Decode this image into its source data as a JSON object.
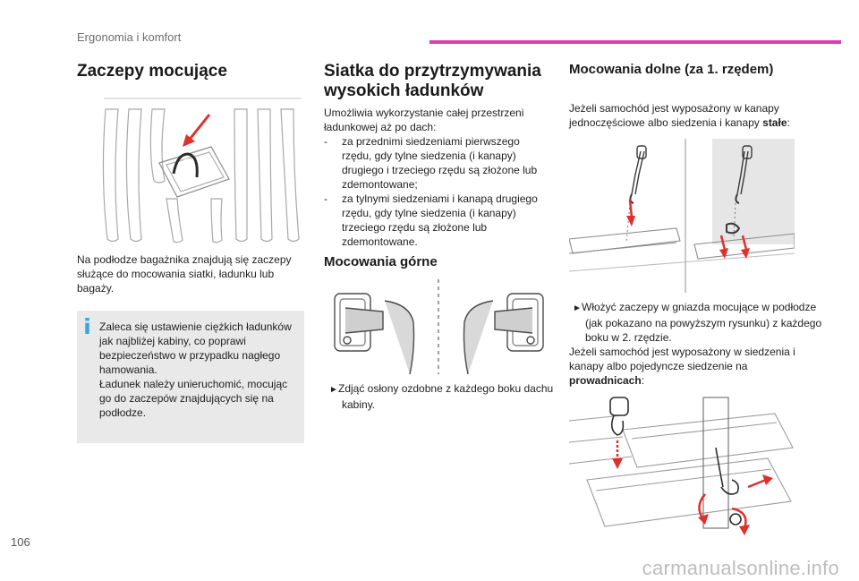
{
  "header": {
    "section": "Ergonomia i komfort"
  },
  "col1": {
    "title": "Zaczepy mocujące",
    "paragraph": "Na podłodze bagażnika znajdują się zaczepy służące do mocowania siatki, ładunku lub bagaży.",
    "note": "Zaleca się ustawienie ciężkich ładunków jak najbliżej kabiny, co poprawi bezpieczeństwo w przypadku nagłego hamowania.\nŁadunek należy unieruchomić, mocując go do zaczepów znajdujących się na podłodze."
  },
  "col2": {
    "title": "Siatka do przytrzymywania wysokich ładunków",
    "intro": "Umożliwia wykorzystanie całej przestrzeni ładunkowej aż po dach:",
    "list": [
      "za przednimi siedzeniami pierwszego rzędu, gdy tylne siedzenia (i kanapy) drugiego i trzeciego rzędu są złożone lub zdemontowane;",
      "za tylnymi siedzeniami i kanapą drugiego rzędu, gdy tylne siedzenia (i kanapy) trzeciego rzędu są złożone lub zdemontowane."
    ],
    "subtitle": "Mocowania górne",
    "instruction": "Zdjąć osłony ozdobne z każdego boku dachu kabiny."
  },
  "col3": {
    "title": "Mocowania dolne (za 1. rzędem)",
    "p1": "Jeżeli samochód jest wyposażony w kanapy jednoczęściowe albo siedzenia i kanapy ",
    "p1_bold": "stałe",
    "p1_end": ":",
    "instruction": "Włożyć zaczepy w gniazda mocujące w podłodze (jak pokazano na powyższym rysunku) z każdego boku w 2. rzędzie.",
    "p2": "Jeżeli samochód jest wyposażony w siedzenia i kanapy albo pojedyncze siedzenie na ",
    "p2_bold": "prowadnicach",
    "p2_end": ":"
  },
  "page_number": "106",
  "footer": "carmanualsonline.info",
  "colors": {
    "accent": "#e03ab4",
    "info": "#38a7e0",
    "arrow": "#e0302c"
  }
}
